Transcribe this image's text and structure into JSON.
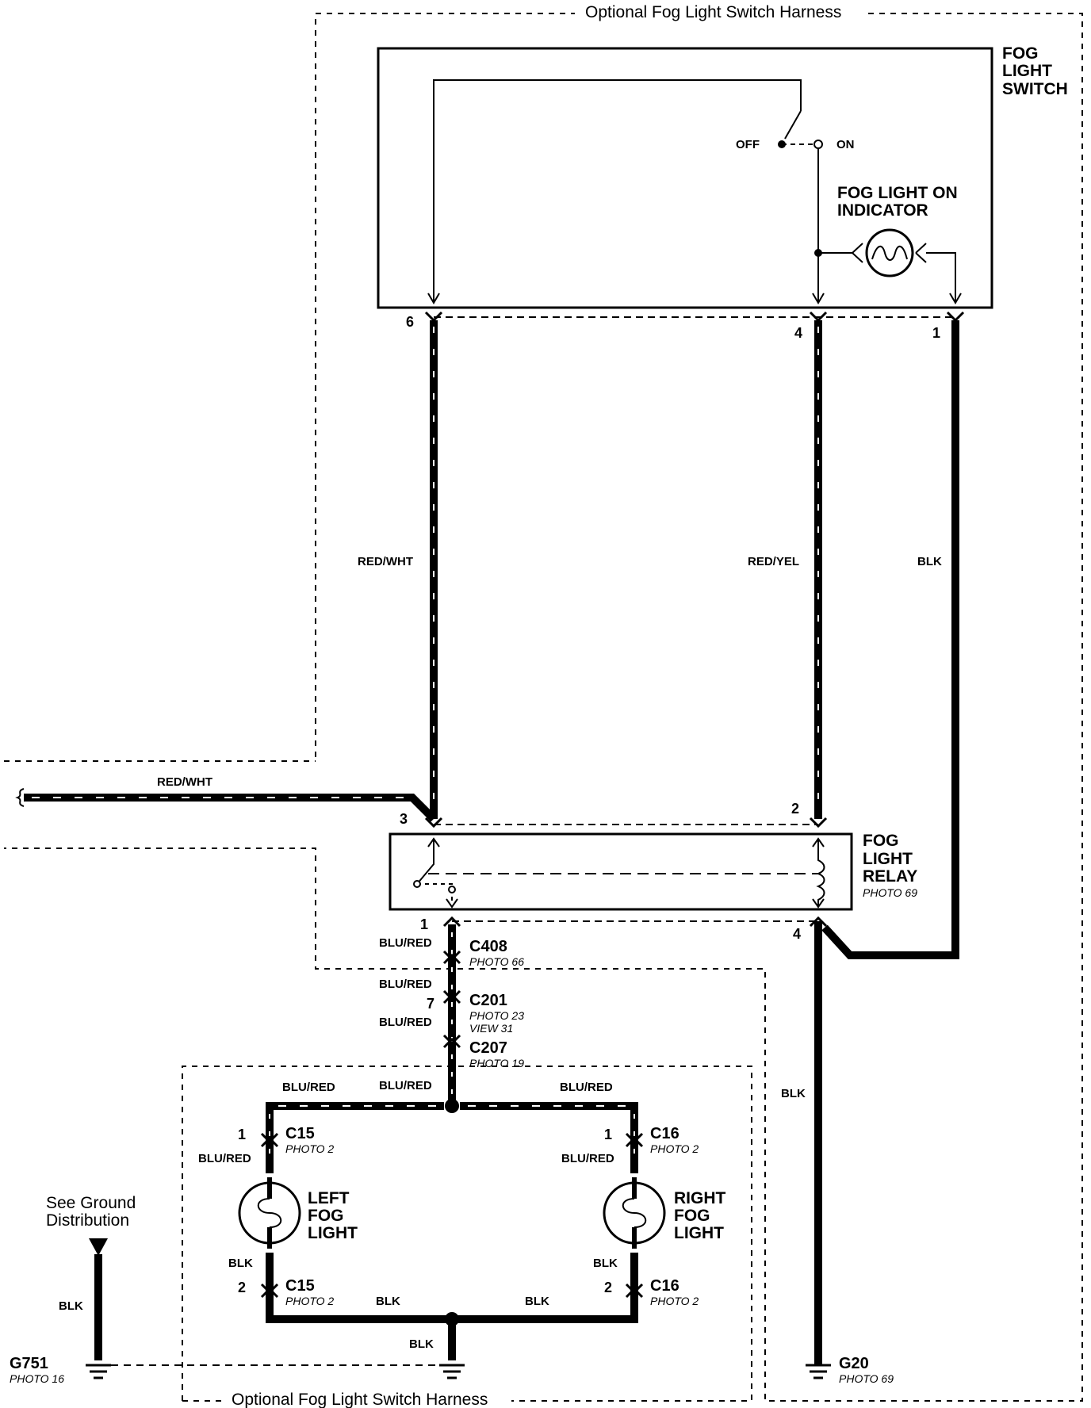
{
  "harness_title_top": "Optional Fog Light Switch Harness",
  "harness_title_bottom": "Optional Fog Light Switch Harness",
  "fog_light_switch": {
    "line1": "FOG",
    "line2": "LIGHT",
    "line3": "SWITCH",
    "off_label": "OFF",
    "on_label": "ON"
  },
  "indicator": {
    "line1": "FOG LIGHT ON",
    "line2": "INDICATOR"
  },
  "switch_pins": {
    "p6": "6",
    "p4": "4",
    "p1": "1"
  },
  "wires": {
    "red_wht_left": "RED/WHT",
    "red_yel": "RED/YEL",
    "blk_right": "BLK",
    "red_wht_input": "RED/WHT",
    "blu_red_1": "BLU/RED",
    "blu_red_2": "BLU/RED",
    "blu_red_3": "BLU/RED",
    "blu_red_junction": "BLU/RED",
    "blu_red_left_top": "BLU/RED",
    "blu_red_right_top": "BLU/RED",
    "blu_red_left_c15": "BLU/RED",
    "blu_red_right_c16": "BLU/RED",
    "blk_left_light": "BLK",
    "blk_right_light": "BLK",
    "blk_bottom_left": "BLK",
    "blk_bottom_right": "BLK",
    "blk_bottom_center": "BLK",
    "blk_relay_ground": "BLK",
    "blk_ground_dist": "BLK"
  },
  "relay": {
    "line1": "FOG",
    "line2": "LIGHT",
    "line3": "RELAY",
    "photo": "PHOTO 69",
    "pin3": "3",
    "pin2": "2",
    "pin1": "1",
    "pin4": "4"
  },
  "connectors": {
    "c408": {
      "name": "C408",
      "photo": "PHOTO 66"
    },
    "c201": {
      "name": "C201",
      "photo": "PHOTO 23",
      "view": "VIEW 31",
      "pin": "7"
    },
    "c207": {
      "name": "C207",
      "photo": "PHOTO 19"
    },
    "c15_top": {
      "name": "C15",
      "photo": "PHOTO 2",
      "pin": "1"
    },
    "c16_top": {
      "name": "C16",
      "photo": "PHOTO 2",
      "pin": "1"
    },
    "c15_bottom": {
      "name": "C15",
      "photo": "PHOTO 2",
      "pin": "2"
    },
    "c16_bottom": {
      "name": "C16",
      "photo": "PHOTO 2",
      "pin": "2"
    }
  },
  "left_fog_light": {
    "line1": "LEFT",
    "line2": "FOG",
    "line3": "LIGHT"
  },
  "right_fog_light": {
    "line1": "RIGHT",
    "line2": "FOG",
    "line3": "LIGHT"
  },
  "ground_distribution": {
    "line1": "See Ground",
    "line2": "Distribution"
  },
  "grounds": {
    "g751": {
      "name": "G751",
      "photo": "PHOTO 16"
    },
    "g20": {
      "name": "G20",
      "photo": "PHOTO 69"
    }
  }
}
